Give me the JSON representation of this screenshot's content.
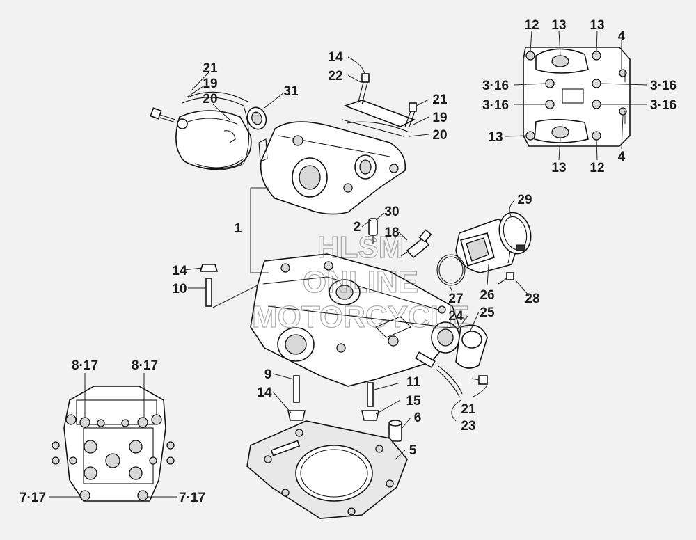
{
  "callouts": {
    "c1": "1",
    "c2": "2",
    "c3_16a": "3·16",
    "c3_16b": "3·16",
    "c3_16c": "3·16",
    "c3_16d": "3·16",
    "c4a": "4",
    "c4b": "4",
    "c5": "5",
    "c6": "6",
    "c7_17a": "7·17",
    "c7_17b": "7·17",
    "c8_17a": "8·17",
    "c8_17b": "8·17",
    "c9": "9",
    "c10": "10",
    "c11": "11",
    "c12a": "12",
    "c12b": "12",
    "c13a": "13",
    "c13b": "13",
    "c13c": "13",
    "c13d": "13",
    "c14a": "14",
    "c14b": "14",
    "c14c": "14",
    "c15": "15",
    "c18": "18",
    "c19a": "19",
    "c19b": "19",
    "c20a": "20",
    "c20b": "20",
    "c21a": "21",
    "c21b": "21",
    "c21c": "21",
    "c22": "22",
    "c23": "23",
    "c24": "24",
    "c25": "25",
    "c26": "26",
    "c27": "27",
    "c28": "28",
    "c29": "29",
    "c30": "30",
    "c31": "31"
  },
  "watermark": {
    "line1": "HLSM",
    "line2": "ONLINE",
    "line3": "MOTORCYCLE"
  },
  "colors": {
    "ink": "#111111",
    "paper": "#f2f2f2",
    "part_fill": "#ffffff"
  }
}
